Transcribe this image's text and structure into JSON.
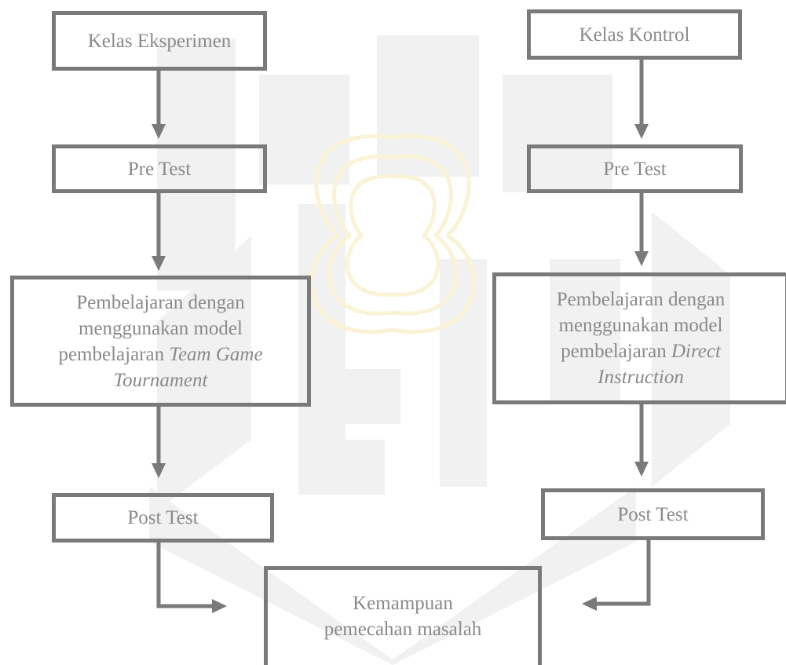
{
  "diagram": {
    "left_column": {
      "class_label": "Kelas Eksperimen",
      "pretest_label": "Pre Test",
      "treatment": {
        "line1": "Pembelajaran dengan",
        "line2": "menggunakan model",
        "line3_prefix": "pembelajaran ",
        "line3_italic": "Team Game",
        "line4_italic": "Tournament"
      },
      "posttest_label": "Post Test"
    },
    "right_column": {
      "class_label": "Kelas Kontrol",
      "pretest_label": "Pre Test",
      "treatment": {
        "line1": "Pembelajaran dengan",
        "line2": "menggunakan model",
        "line3_prefix": "pembelajaran ",
        "line3_italic": "Direct",
        "line4_italic": "Instruction"
      },
      "posttest_label": "Post Test"
    },
    "result": {
      "line1": "Kemampuan",
      "line2": "pemecahan masalah"
    }
  },
  "colors": {
    "box_border": "#7a7a7a",
    "text": "#8a8a8a",
    "arrow": "#7a7a7a",
    "watermark_gray": "#f1f1f1",
    "watermark_gold": "#fbf3d6"
  }
}
